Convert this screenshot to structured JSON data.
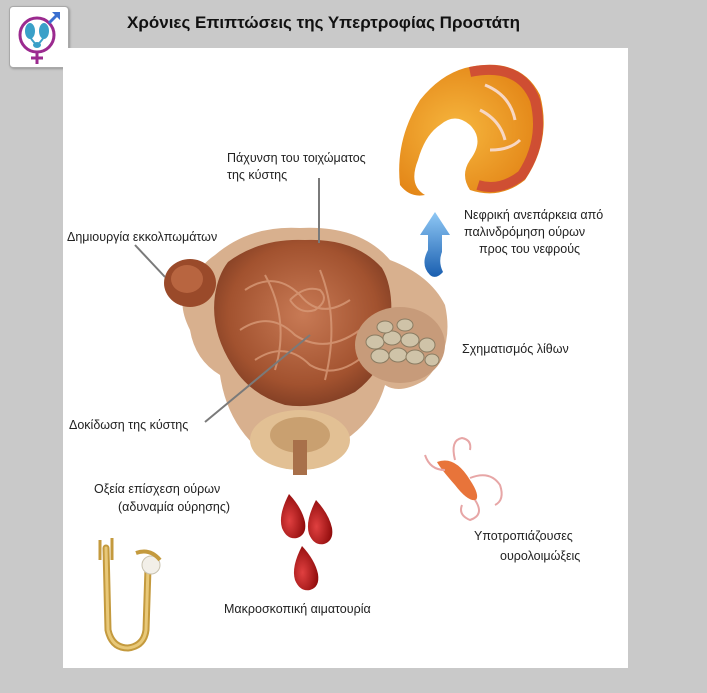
{
  "header": {
    "title": "Χρόνιες Επιπτώσεις της Υπερτροφίας Προστάτη"
  },
  "labels": {
    "wall_thickening_line1": "Πάχυνση του τοιχώματος",
    "wall_thickening_line2": "της κύστης",
    "diverticula": "Δημιουργία εκκολπωμάτων",
    "renal_failure_line1": "Νεφρική ανεπάρκεια από",
    "renal_failure_line2": "παλινδρόμηση ούρων",
    "renal_failure_line3": "προς του νεφρούς",
    "stones": "Σχηματισμός λίθων",
    "trabeculation": "Δοκίδωση της κύστης",
    "retention_line1": "Οξεία επίσχεση ούρων",
    "retention_line2": "(αδυναμία ούρησης)",
    "infections_line1": "Υποτροπιάζουσες",
    "infections_line2": "ουρολοιμώξεις",
    "hematuria": "Μακροσκοπική αιματουρία"
  },
  "colors": {
    "background": "#c9c9c9",
    "panel": "#ffffff",
    "bladder": "#b0603e",
    "kidney": "#f09a1a",
    "blood": "#b01010",
    "arrow": "#2a7fd6",
    "bacteria": "#e8743a",
    "catheter": "#d9b155",
    "logo": "#9b2a8f"
  },
  "icons": [
    "logo-gender-kidney-icon",
    "up-arrow-icon",
    "blood-drop-icon",
    "bacteria-icon",
    "catheter-icon"
  ]
}
